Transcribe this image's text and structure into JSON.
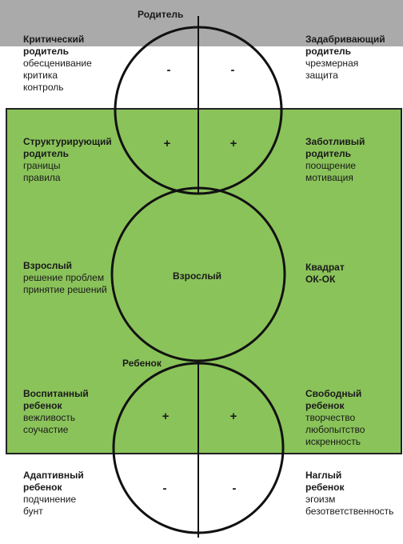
{
  "colors": {
    "top_band": "#aaaaaa",
    "green_zone": "#8ac35a",
    "green_border": "#222222",
    "circle_stroke": "#111111",
    "text": "#1a1a1a"
  },
  "top_label": "Родитель",
  "adult_label": "Взрослый",
  "child_label": "Ребенок",
  "quadrants": {
    "critical_parent": {
      "title": [
        "Критический",
        "родитель"
      ],
      "lines": [
        "обесценивание",
        "критика",
        "контроль"
      ]
    },
    "pampering_parent": {
      "title": [
        "Задабривающий",
        "родитель"
      ],
      "lines": [
        "чрезмерная",
        "защита"
      ]
    },
    "structuring_parent": {
      "title": [
        "Структурирующий",
        "родитель"
      ],
      "lines": [
        "границы",
        "правила"
      ]
    },
    "caring_parent": {
      "title": [
        "Заботливый",
        "родитель"
      ],
      "lines": [
        "поощрение",
        "мотивация"
      ]
    },
    "adult": {
      "title": [
        "Взрослый"
      ],
      "lines": [
        "решение проблем",
        "принятие решений"
      ]
    },
    "ok_square": {
      "title": [
        "Квадрат",
        "ОК-ОК"
      ],
      "lines": []
    },
    "well_bred_child": {
      "title": [
        "Воспитанный",
        "ребенок"
      ],
      "lines": [
        "вежливость",
        "соучастие"
      ]
    },
    "free_child": {
      "title": [
        "Свободный",
        "ребенок"
      ],
      "lines": [
        "творчество",
        "любопытство",
        "искренность"
      ]
    },
    "adaptive_child": {
      "title": [
        "Адаптивный",
        "ребенок"
      ],
      "lines": [
        "подчинение",
        "бунт"
      ]
    },
    "insolent_child": {
      "title": [
        "Наглый",
        "ребенок"
      ],
      "lines": [
        "эгоизм",
        "безответственность"
      ]
    }
  },
  "signs": {
    "parent_top_left": "-",
    "parent_top_right": "-",
    "parent_bottom_left": "+",
    "parent_bottom_right": "+",
    "child_top_left": "+",
    "child_top_right": "+",
    "child_bottom_left": "-",
    "child_bottom_right": "-"
  }
}
